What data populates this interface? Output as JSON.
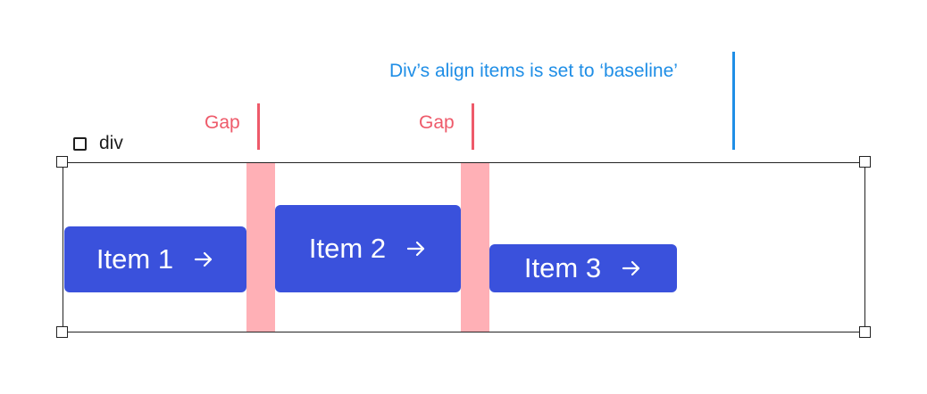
{
  "annotations": {
    "gap_label_1": "Gap",
    "gap_label_2": "Gap",
    "baseline_label": "Div’s align items is set to ‘baseline’"
  },
  "container": {
    "label": "div",
    "icon": "square-icon"
  },
  "items": [
    {
      "label": "Item 1",
      "icon": "arrow-right-icon"
    },
    {
      "label": "Item 2",
      "icon": "arrow-right-icon"
    },
    {
      "label": "Item 3",
      "icon": "arrow-right-icon"
    }
  ],
  "colors": {
    "item_fill": "#3a51dc",
    "gap_band": "#ffb0b6",
    "gap_annotation": "#ee5a6a",
    "baseline_annotation": "#1f8ee6"
  }
}
